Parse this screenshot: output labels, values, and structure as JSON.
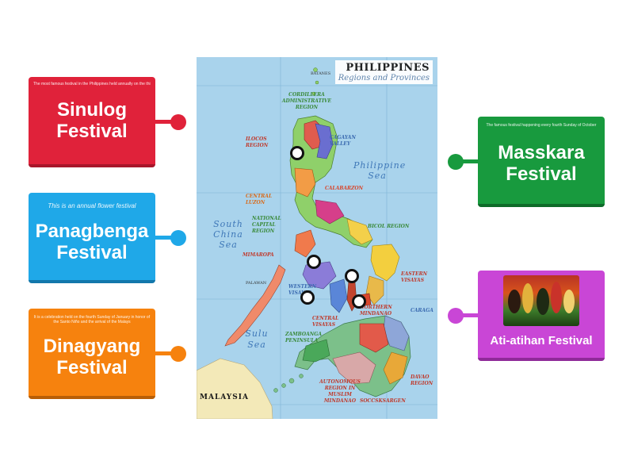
{
  "cards": {
    "sinulog": {
      "title": "Sinulog\nFestival",
      "desc": "The most famous festival in the Philippines held annually on the third Sunday of January in honor of the Santo Niño",
      "color": "#e0223a"
    },
    "panagbenga": {
      "title": "Panagbenga\nFestival",
      "desc": "This is an annual flower festival",
      "color": "#1fa8e8"
    },
    "dinagyang": {
      "title": "Dinagyang\nFestival",
      "desc": "It is a celebration held on the fourth Sunday of January in honor of the Santo Niño and the arrival of the Malays",
      "color": "#f6820e"
    },
    "masskara": {
      "title": "Masskara\nFestival",
      "desc": "The famous festival happening every fourth Sunday of October",
      "color": "#189a3e"
    },
    "ati": {
      "title": "Ati-atihan Festival",
      "desc": "",
      "color": "#c946d6"
    }
  },
  "map": {
    "title": "PHILIPPINES",
    "subtitle": "Regions and Provinces",
    "labels": {
      "cordillera": "CORDILLERA ADMINISTRATIVE REGION",
      "ilocos": "ILOCOS REGION",
      "cagayan": "CAGAYAN VALLEY",
      "central_luzon": "CENTRAL LUZON",
      "ncr": "NATIONAL CAPITAL REGION",
      "calabarzon": "CALABARZON",
      "bicol": "BICOL REGION",
      "mimaropa": "MIMAROPA",
      "western_visayas": "WESTERN VISAYAS",
      "eastern_visayas": "EASTERN VISAYAS",
      "central_visayas": "CENTRAL VISAYAS",
      "northern_mindanao": "NORTHERN MINDANAO",
      "caraga": "CARAGA",
      "zamboanga": "ZAMBOANGA PENINSULA",
      "davao": "DAVAO REGION",
      "barmm": "AUTONOMOUS REGION IN MUSLIM MINDANAO",
      "soccsksargen": "SOCCSKSARGEN",
      "philippine_sea": "Philippine Sea",
      "south_china_sea": "South China Sea",
      "sulu_sea": "Sulu Sea",
      "malaysia": "MALAYSIA",
      "batanes": "BATANES",
      "palawan": "PALAWAN"
    }
  }
}
